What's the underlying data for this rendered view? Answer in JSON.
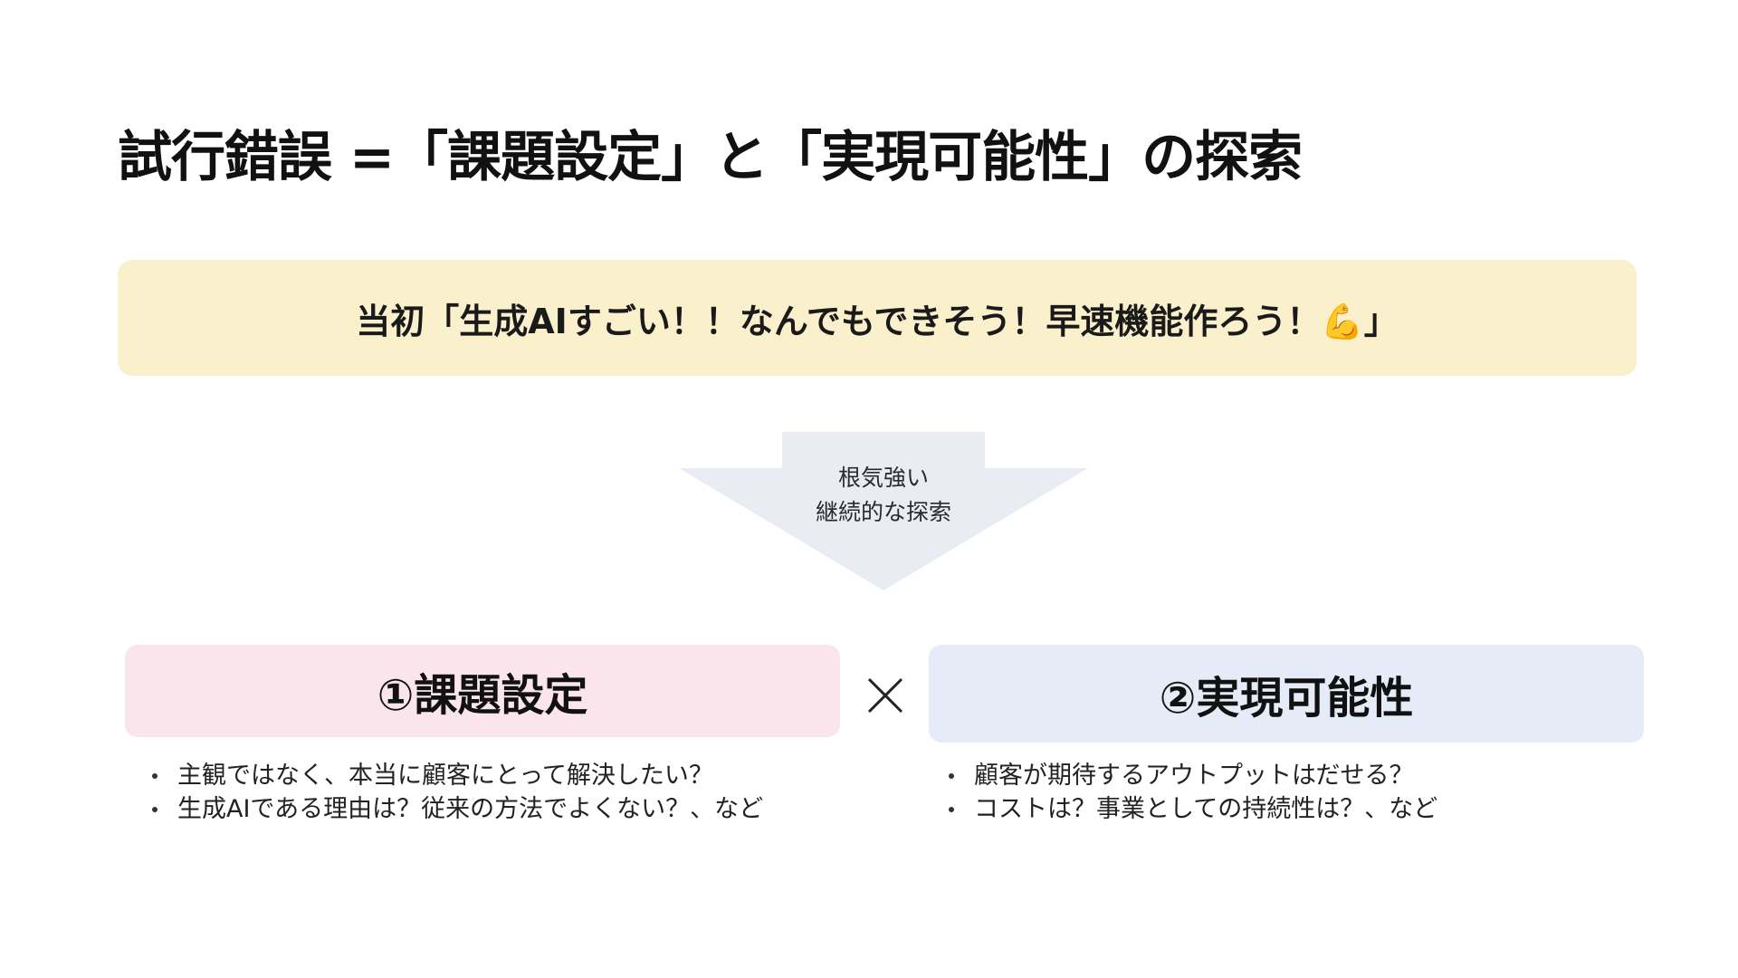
{
  "title": "試行錯誤 =「課題設定」と「実現可能性」の探索",
  "quote": "当初「生成AIすごい！！なんでもできそう！早速機能作ろう！💪」",
  "arrow": {
    "line1": "根気強い",
    "line2": "継続的な探索"
  },
  "cards": [
    {
      "title": "①課題設定",
      "bullets": [
        "主観ではなく、本当に顧客にとって解決したい？",
        "生成AIである理由は？従来の方法でよくない？、など"
      ]
    },
    {
      "title": "②実現可能性",
      "bullets": [
        "顧客が期待するアウトプットはだせる？",
        "コストは？事業としての持続性は？、など"
      ]
    }
  ],
  "colors": {
    "quote_bg": "#fbf0cc",
    "arrow_fill": "#e9ecf3",
    "card_left_bg": "#fbe5ec",
    "card_right_bg": "#e5ecf8"
  },
  "icons": {
    "times": "times-icon",
    "arrow": "down-arrow-shape"
  }
}
